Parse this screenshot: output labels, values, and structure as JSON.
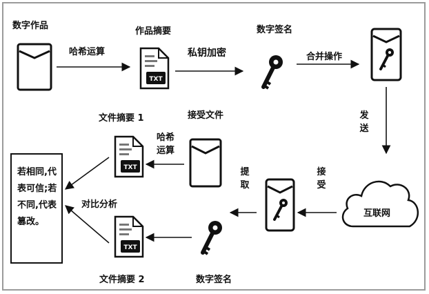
{
  "labels": {
    "digital_work": "数字作品",
    "hash_op_1": "哈希运算",
    "work_digest": "作品摘要",
    "private_key_encrypt": "私钥加密",
    "digital_signature_top": "数字签名",
    "merge_op": "合并操作",
    "send": "发送",
    "internet": "互联网",
    "receive": "接受",
    "extract": "提取",
    "received_file": "接受文件",
    "hash_op_2": "哈希运算",
    "file_digest_1": "文件摘要 1",
    "compare_analysis": "对比分析",
    "file_digest_2": "文件摘要 2",
    "digital_signature_bottom": "数字签名",
    "conclusion": "若相同,代表可信;若不同,代表篡改。"
  },
  "icons": {
    "doc_badge": "TXT"
  }
}
